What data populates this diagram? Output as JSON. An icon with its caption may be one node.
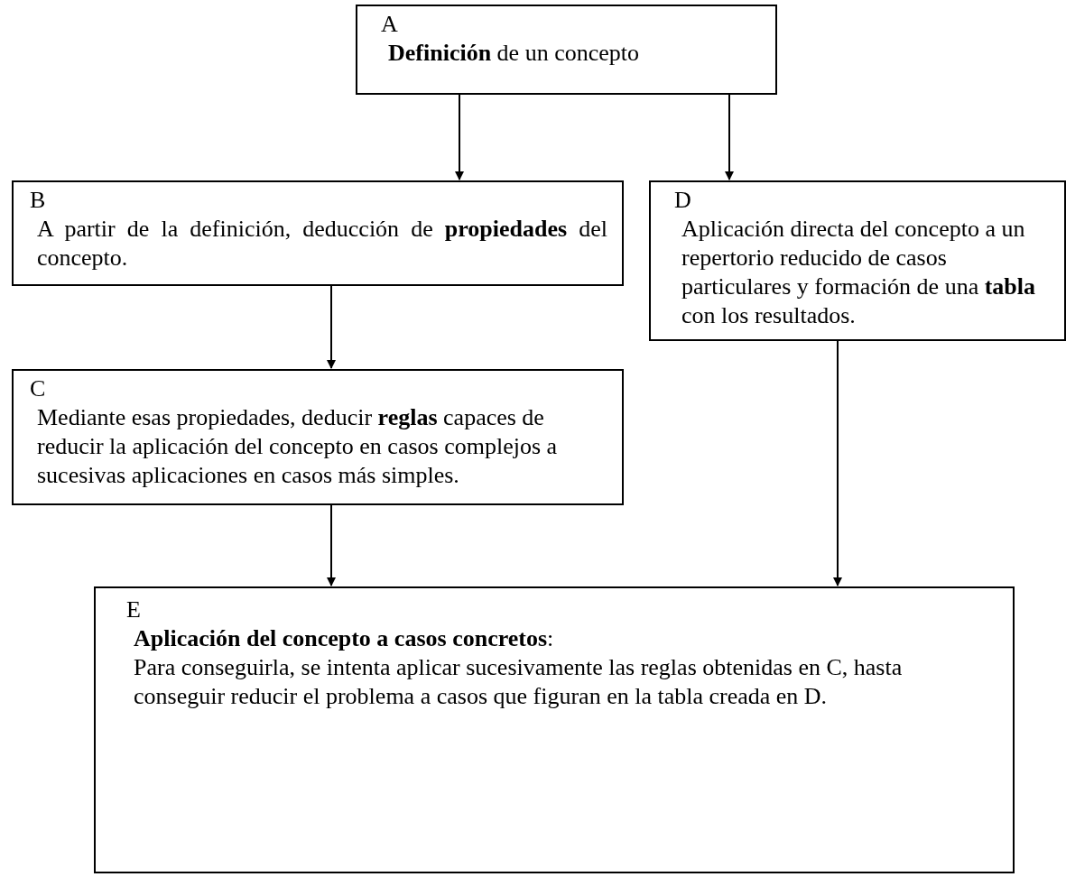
{
  "diagram": {
    "nodes": [
      {
        "text": [
          "A",
          "**Definición** de un concepto"
        ]
      },
      {
        "text": [
          "B",
          "A partir de la definición, deducción de **propiedades** del concepto."
        ]
      },
      {
        "text": [
          "C",
          "Mediante esas propiedades, deducir **reglas** capaces de reducir la aplicación del concepto en casos complejos a sucesivas aplicaciones en casos más simples."
        ]
      },
      {
        "text": [
          "D",
          "Aplicación directa del concepto a un repertorio reducido de casos particulares y formación de una **tabla** con los resultados."
        ]
      },
      {
        "text": [
          "E",
          "**Aplicación del concepto a casos concretos**:",
          "Para conseguirla, se intenta aplicar sucesivamente las reglas obtenidas en C, hasta conseguir reducir el problema a casos que figuran en la tabla creada en D."
        ]
      }
    ],
    "edges": [
      {
        "from": 0,
        "to": 1,
        "arrow": "to"
      },
      {
        "from": 0,
        "to": 3,
        "arrow": "to"
      },
      {
        "from": 1,
        "to": 2,
        "arrow": "to"
      },
      {
        "from": 2,
        "to": 4,
        "arrow": "to"
      },
      {
        "from": 3,
        "to": 4,
        "arrow": "to"
      }
    ]
  }
}
